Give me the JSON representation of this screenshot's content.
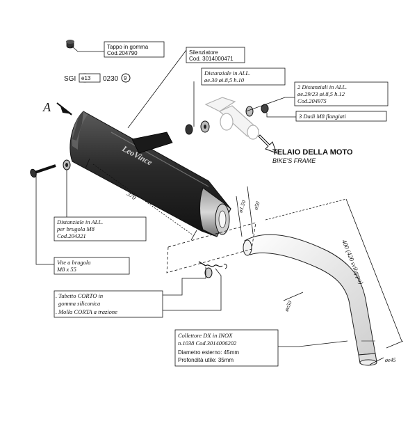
{
  "diagram": {
    "view_letter": "A",
    "frame_title_it": "TELAIO DELLA MOTO",
    "frame_title_en": "BIKE'S FRAME",
    "brand_mark": "LeoVince",
    "homologation": {
      "prefix": "SGI",
      "e_mark": "e13",
      "number": "0230",
      "suffix": "9"
    },
    "callouts": {
      "rubber_cap": {
        "name": "Tappo in gomma",
        "code": "Cod.204790"
      },
      "silencer": {
        "name": "Silenziatore",
        "code": "Cod. 3014000471"
      },
      "spacer_top": {
        "line1": "Distanziale in ALL.",
        "line2": "øe.30 øi.8,5 h.10"
      },
      "spacers_two": {
        "line1": "2 Distanziali in ALL.",
        "line2": "øe.29/23 øi.8,5 h.12",
        "line3": "Cod.204975"
      },
      "nuts": {
        "line1": "3 Dadi M8 flangiati"
      },
      "spacer_bolt": {
        "line1": "Distanziale in ALL.",
        "line2": "per brugola M8",
        "line3": "Cod.204321"
      },
      "bolt": {
        "line1": "Vite a brugola",
        "line2": "M8 x 55"
      },
      "tube_spring": {
        "line1": "Tubetto CORTO in",
        "line2": "gomma siliconica",
        "line3": "Molla CORTA a trazione"
      },
      "collector": {
        "line1": "Collettore DX in INOX",
        "line2": "n.1038  Cod.3014006202",
        "line3": "Diametro esterno: 45mm",
        "line4": "Profondità utile: 35mm"
      }
    },
    "dimensions": {
      "silencer_length": "370",
      "pipe_length": "400 (420 sviluppo)",
      "diam_50_top": "ø50",
      "diam_50_inner": "ø1.50",
      "diam_50_mid": "øe50",
      "diam_45": "øe45"
    }
  }
}
